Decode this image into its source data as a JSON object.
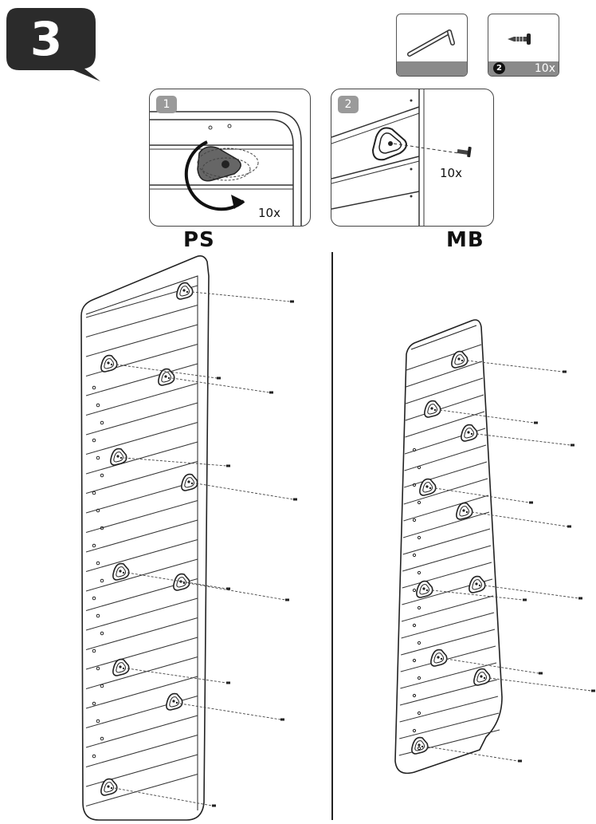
{
  "step": {
    "number": "3"
  },
  "parts": {
    "wrench": {
      "icon": "allen-key-icon"
    },
    "screw": {
      "icon": "screw-icon",
      "index": "2",
      "count": "10x"
    }
  },
  "details": [
    {
      "tag": "1",
      "count": "10x",
      "icon": "rotate-arrow-icon"
    },
    {
      "tag": "2",
      "count": "10x",
      "icon": "screw-icon"
    }
  ],
  "panels": {
    "left_label": "PS",
    "right_label": "MB"
  },
  "colors": {
    "badge": "#2b2b2b",
    "tag": "#9a9a9a",
    "line": "#222222"
  }
}
